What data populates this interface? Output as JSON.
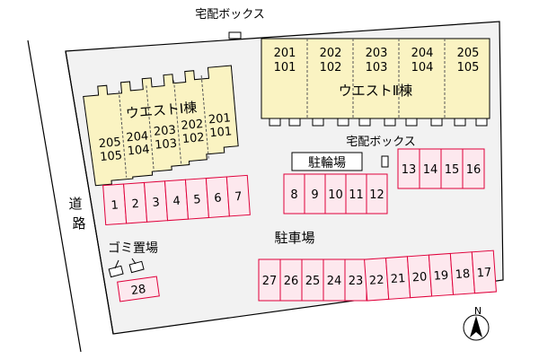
{
  "map": {
    "colors": {
      "lot": "#f2f2f2",
      "building": "#faf3c2",
      "parking_fill": "#fde8ee",
      "parking_stroke": "#e0003b",
      "road_line": "#000000"
    },
    "labels": {
      "delivery_box_top": "宅配ボックス",
      "delivery_box_mid": "宅配ボックス",
      "bicycle_parking": "駐輪場",
      "parking_lot": "駐車場",
      "garbage_area": "ゴミ置場",
      "road": "道路",
      "north": "N"
    },
    "building_west": {
      "name": "ウエストⅠ棟",
      "units": [
        {
          "upper": "205",
          "lower": "105"
        },
        {
          "upper": "204",
          "lower": "104"
        },
        {
          "upper": "203",
          "lower": "103"
        },
        {
          "upper": "202",
          "lower": "102"
        },
        {
          "upper": "201",
          "lower": "101"
        }
      ]
    },
    "building_east": {
      "name": "ウエストⅡ棟",
      "units": [
        {
          "upper": "201",
          "lower": "101"
        },
        {
          "upper": "202",
          "lower": "102"
        },
        {
          "upper": "203",
          "lower": "103"
        },
        {
          "upper": "204",
          "lower": "104"
        },
        {
          "upper": "205",
          "lower": "105"
        }
      ]
    },
    "parking": {
      "row_a": [
        "1",
        "2",
        "3",
        "4",
        "5",
        "6",
        "7"
      ],
      "row_b": [
        "8",
        "9",
        "10",
        "11",
        "12"
      ],
      "row_c": [
        "13",
        "14",
        "15",
        "16"
      ],
      "row_d": [
        "27",
        "26",
        "25",
        "24",
        "23"
      ],
      "row_e": [
        "22",
        "21",
        "20",
        "19",
        "18",
        "17"
      ],
      "single": [
        "28"
      ]
    }
  }
}
